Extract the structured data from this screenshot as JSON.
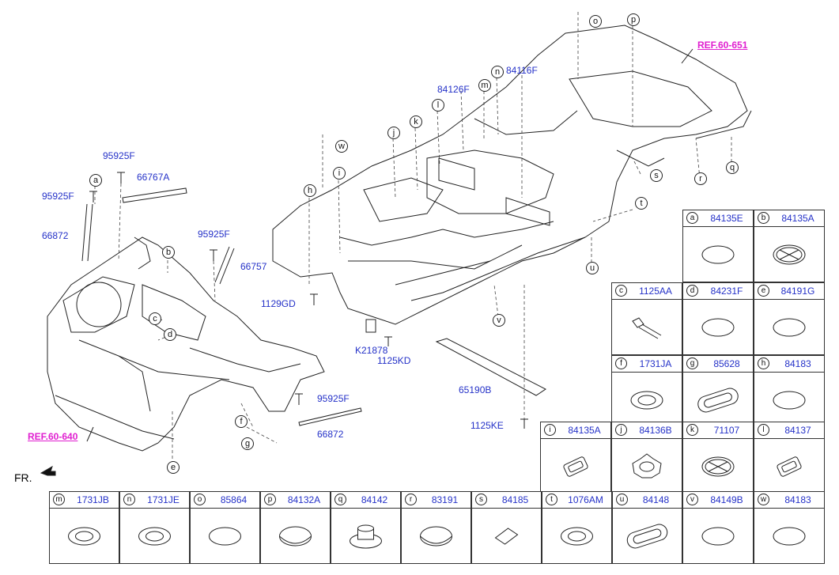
{
  "labels": {
    "ref_top": "REF.60-651",
    "ref_left": "REF.60-640",
    "fr": "FR.",
    "p_95925f_a": "95925F",
    "p_95925f_b": "95925F",
    "p_95925f_c": "95925F",
    "p_95925f_d": "95925F",
    "p_66767a": "66767A",
    "p_66872_a": "66872",
    "p_66872_b": "66872",
    "p_66757": "66757",
    "p_84126f": "84126F",
    "p_84116f": "84116F",
    "p_1129gd": "1129GD",
    "p_k21878": "K21878",
    "p_1125kd": "1125KD",
    "p_65190b": "65190B",
    "p_1125ke": "1125KE"
  },
  "callouts": [
    "a",
    "b",
    "c",
    "d",
    "e",
    "f",
    "g",
    "h",
    "i",
    "j",
    "k",
    "l",
    "m",
    "n",
    "o",
    "p",
    "q",
    "r",
    "s",
    "t",
    "u",
    "v",
    "w"
  ],
  "legend": [
    {
      "letter": "a",
      "part": "84135E",
      "icon": "round-flat-plug-icon"
    },
    {
      "letter": "b",
      "part": "84135A",
      "icon": "cross-plug-icon"
    },
    {
      "letter": "c",
      "part": "1125AA",
      "icon": "bolt-icon"
    },
    {
      "letter": "d",
      "part": "84231F",
      "icon": "round-flat-plug-icon"
    },
    {
      "letter": "e",
      "part": "84191G",
      "icon": "round-flat-plug-icon"
    },
    {
      "letter": "f",
      "part": "1731JA",
      "icon": "ring-grommet-icon"
    },
    {
      "letter": "g",
      "part": "85628",
      "icon": "oval-grommet-icon"
    },
    {
      "letter": "h",
      "part": "84183",
      "icon": "round-flat-plug-icon"
    },
    {
      "letter": "i",
      "part": "84135A",
      "icon": "square-plug-icon"
    },
    {
      "letter": "j",
      "part": "84136B",
      "icon": "star-plug-icon"
    },
    {
      "letter": "k",
      "part": "71107",
      "icon": "cross-plug-icon"
    },
    {
      "letter": "l",
      "part": "84137",
      "icon": "square-plug-icon"
    },
    {
      "letter": "m",
      "part": "1731JB",
      "icon": "ring-grommet-icon"
    },
    {
      "letter": "n",
      "part": "1731JE",
      "icon": "ring-grommet-icon"
    },
    {
      "letter": "o",
      "part": "85864",
      "icon": "round-flat-plug-icon"
    },
    {
      "letter": "p",
      "part": "84132A",
      "icon": "dome-plug-icon"
    },
    {
      "letter": "q",
      "part": "84142",
      "icon": "threaded-plug-icon"
    },
    {
      "letter": "r",
      "part": "83191",
      "icon": "dome-plug-icon"
    },
    {
      "letter": "s",
      "part": "84185",
      "icon": "pad-icon"
    },
    {
      "letter": "t",
      "part": "1076AM",
      "icon": "ring-grommet-icon"
    },
    {
      "letter": "u",
      "part": "84148",
      "icon": "oval-grommet-icon"
    },
    {
      "letter": "v",
      "part": "84149B",
      "icon": "round-flat-plug-icon"
    },
    {
      "letter": "w",
      "part": "84183",
      "icon": "round-flat-plug-icon"
    }
  ]
}
